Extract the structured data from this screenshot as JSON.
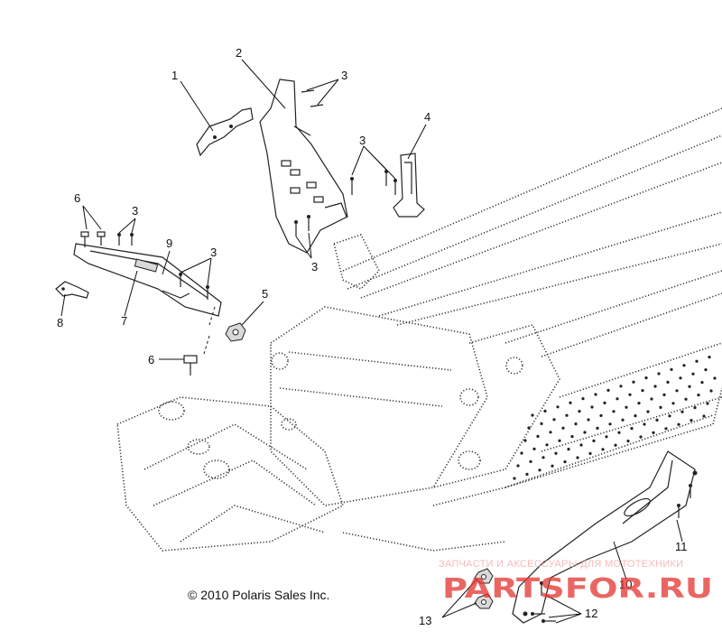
{
  "callouts": [
    {
      "id": "c1",
      "text": "1"
    },
    {
      "id": "c2",
      "text": "2"
    },
    {
      "id": "c3a",
      "text": "3"
    },
    {
      "id": "c3b",
      "text": "3"
    },
    {
      "id": "c3c",
      "text": "3"
    },
    {
      "id": "c3d",
      "text": "3"
    },
    {
      "id": "c3e",
      "text": "3"
    },
    {
      "id": "c4",
      "text": "4"
    },
    {
      "id": "c5",
      "text": "5"
    },
    {
      "id": "c6a",
      "text": "6"
    },
    {
      "id": "c6b",
      "text": "6"
    },
    {
      "id": "c7",
      "text": "7"
    },
    {
      "id": "c8",
      "text": "8"
    },
    {
      "id": "c9",
      "text": "9"
    },
    {
      "id": "c10",
      "text": "10"
    },
    {
      "id": "c11",
      "text": "11"
    },
    {
      "id": "c12",
      "text": "12"
    },
    {
      "id": "c13",
      "text": "13"
    }
  ],
  "copyright": "© 2010 Polaris Sales Inc.",
  "watermark": {
    "tagline": "ЗАПЧАСТИ И АКСЕССУАРЫ ДЛЯ МОТОТЕХНИКИ",
    "brand": "PARTSFOR.RU"
  }
}
